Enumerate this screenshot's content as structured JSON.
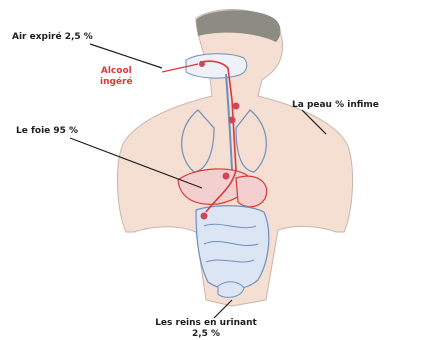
{
  "labels": {
    "air_expired": "Air expiré 2,5 %",
    "alcohol_line1": "Alcool",
    "alcohol_line2": "ingéré",
    "skin": "La peau % infime",
    "liver": "Le foie 95 %",
    "kidneys_line1": "Les reins en urinant",
    "kidneys_line2": "2,5 %"
  },
  "colors": {
    "skin": "#f5dfd2",
    "skin_outline": "#c9b5aa",
    "head_shadow": "#8c8c84",
    "organ_outline": "#6f8fbf",
    "intestine_fill": "#dbe5f3",
    "alcohol_path": "#d83a3a",
    "marker": "#d0455a",
    "label_text": "#1e1e1e",
    "leader": "#1e1e1e"
  }
}
